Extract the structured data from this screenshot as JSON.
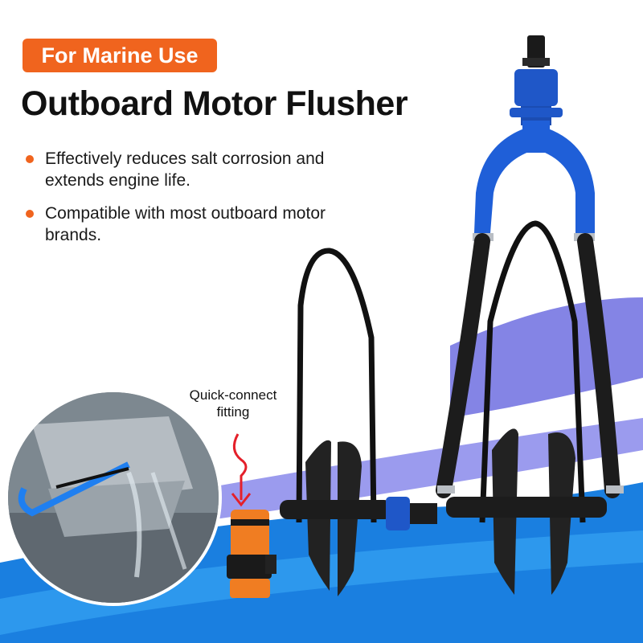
{
  "badge": {
    "label": "For Marine Use"
  },
  "title": "Outboard Motor Flusher",
  "bullets": [
    {
      "text": "Effectively reduces salt corrosion and extends engine life."
    },
    {
      "text": "Compatible with most outboard motor brands."
    }
  ],
  "callout": {
    "text": "Quick-connect fitting"
  },
  "colors": {
    "accent": "#f0641e",
    "blue": "#1a7fe0",
    "flusher_blue": "#1f57c8",
    "hose": "#1c1c1c",
    "text": "#111111"
  }
}
